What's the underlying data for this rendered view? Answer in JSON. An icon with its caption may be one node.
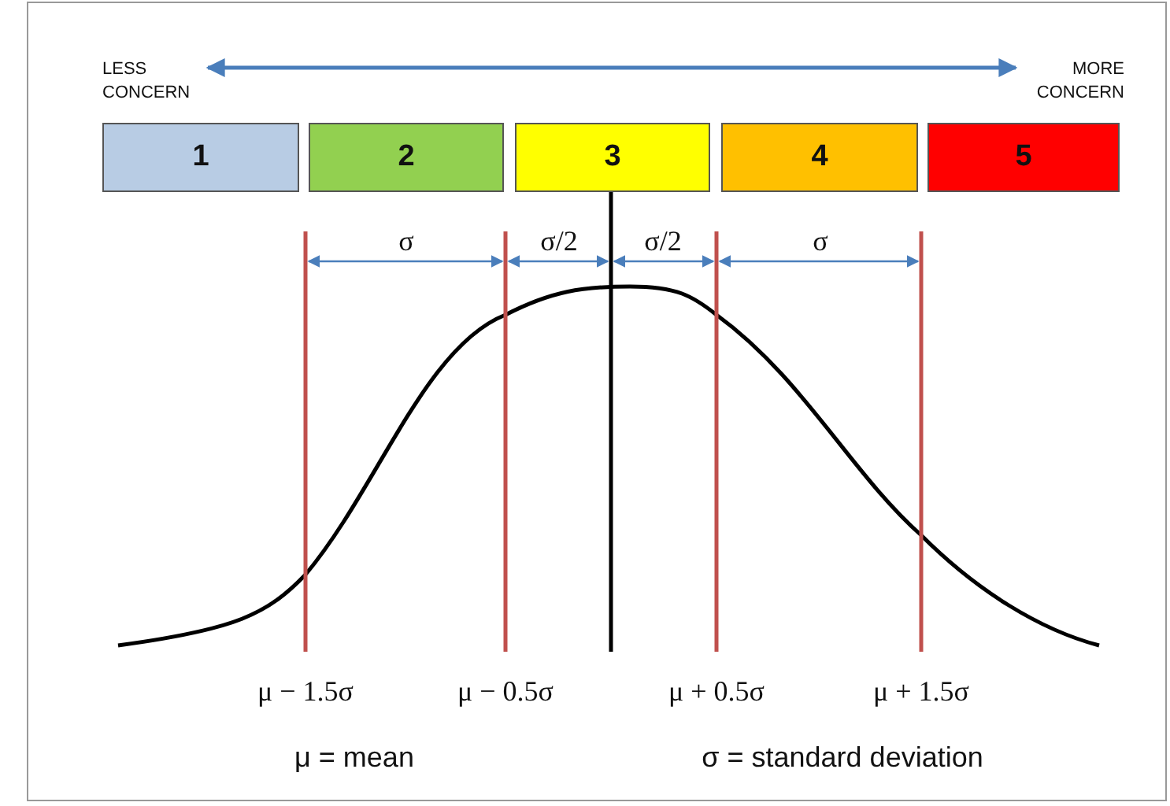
{
  "diagram": {
    "nodes": [
      {
        "text": [
          "1"
        ]
      },
      {
        "text": [
          "2"
        ]
      },
      {
        "text": [
          "3"
        ]
      },
      {
        "text": [
          "4"
        ]
      },
      {
        "text": [
          "5"
        ]
      }
    ],
    "labels": [
      "LESS CONCERN",
      "MORE CONCERN",
      "σ",
      "σ/2",
      "σ/2",
      "σ",
      "μ − 1.5σ",
      "μ − 0.5σ",
      "μ + 0.5σ",
      "μ + 1.5σ",
      "μ = mean",
      "σ = standard deviation"
    ]
  }
}
